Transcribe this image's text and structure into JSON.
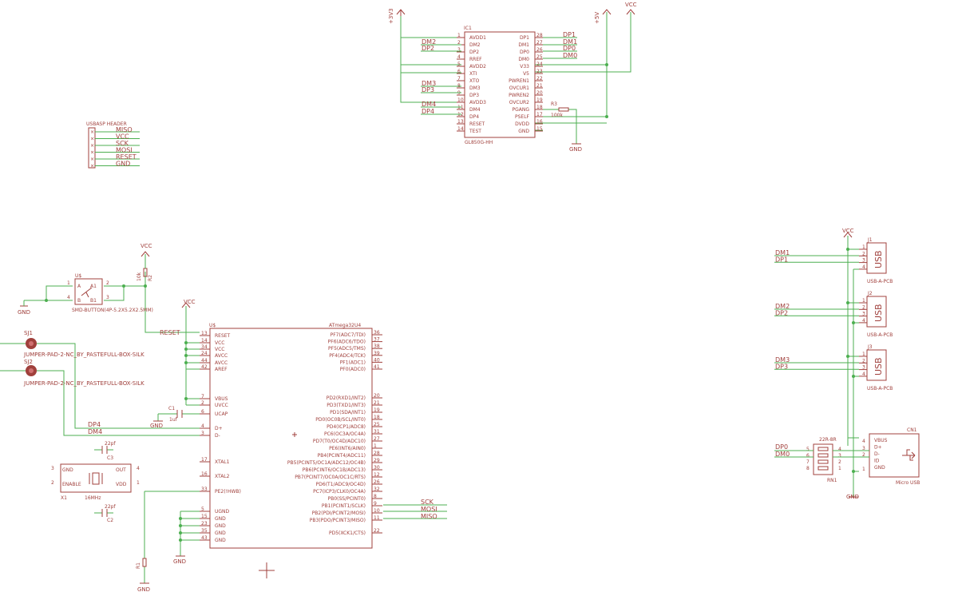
{
  "power": {
    "v3v3": "+3V3",
    "vcc": "VCC",
    "v5v": "+5V",
    "gnd": "GND"
  },
  "ic1": {
    "name": "IC1",
    "value": "GL850G-HH",
    "left": [
      "AVDD1",
      "DM2",
      "DP2",
      "RREF",
      "AVDD2",
      "XTI",
      "XTO",
      "DM3",
      "DP3",
      "AVDD3",
      "DM4",
      "DP4",
      "RESET",
      "TEST"
    ],
    "leftnums": [
      "1",
      "2",
      "3",
      "4",
      "5",
      "6",
      "7",
      "8",
      "9",
      "10",
      "11",
      "12",
      "13",
      "14"
    ],
    "right": [
      "DP1",
      "DM1",
      "DP0",
      "DM0",
      "V33",
      "V5",
      "PWREN1",
      "OVCUR1",
      "PWREN2",
      "OVCUR2",
      "PGANG",
      "PSELF",
      "DVDD",
      "GND"
    ],
    "rightnums": [
      "28",
      "27",
      "26",
      "25",
      "24",
      "23",
      "22",
      "21",
      "20",
      "19",
      "18",
      "17",
      "16",
      "15"
    ],
    "netsLeft": [
      "DM2",
      "DP2",
      "DM3",
      "DP3",
      "DM4",
      "DP4"
    ],
    "netsRight": [
      "DP1",
      "DM1",
      "DP0",
      "DM0"
    ],
    "r3": "R3",
    "r3val": "100k"
  },
  "isp": {
    "name": "USBASP HEADER",
    "nets": [
      "MISO",
      "VCC",
      "SCK",
      "MOSI",
      "RESET",
      "GND"
    ]
  },
  "button": {
    "name": "U$",
    "part": "SMD-BUTTON(4P-5.2X5.2X2.5MM)",
    "pins": [
      "A1",
      "A",
      "B",
      "B1"
    ],
    "nums": [
      "1",
      "2",
      "3",
      "4"
    ],
    "r": "R2",
    "rval": "10k"
  },
  "jumpers": [
    {
      "name": "SJ1",
      "label": "JUMPER-PAD-2-NC_BY_PASTEFULL-BOX-SILK"
    },
    {
      "name": "SJ2",
      "label": "JUMPER-PAD-2-NC_BY_PASTEFULL-BOX-SILK"
    }
  ],
  "mcu": {
    "name": "U$",
    "value": "ATmega32U4",
    "left": [
      "RESET",
      "VCC",
      "VCC",
      "AVCC",
      "AVCC",
      "AREF",
      "VBUS",
      "UVCC",
      "UCAP",
      "D+",
      "D-",
      "XTAL1",
      "XTAL2",
      "PE2(!HWB)",
      "UGND",
      "GND",
      "GND",
      "GND",
      "GND"
    ],
    "leftnums": [
      "13",
      "14",
      "34",
      "24",
      "44",
      "42",
      "7",
      "2",
      "6",
      "4",
      "3",
      "17",
      "16",
      "33",
      "5",
      "15",
      "23",
      "35",
      "43"
    ],
    "right": [
      "PF7(ADC7/TDI)",
      "PF6(ADC6/TDO)",
      "PF5(ADC5/TMS)",
      "PF4(ADC4/TCK)",
      "PF1(ADC1)",
      "PF0(ADC0)",
      "PD2(RXD1/INT2)",
      "PD3(TXD1/INT3)",
      "PD1(SDA/INT1)",
      "PD0(OC0B/SCL/INT0)",
      "PD4(ICP1/ADC8)",
      "PC6(OC3A/OC4A)",
      "PD7(T0/OC4D/ADC10)",
      "PE6(INT6/AIN0)",
      "PB4(PCINT4/ADC11)",
      "PB5(PCINT5/OC1A/ADC12/OC4B)",
      "PB6(PCINT6/OC1B/ADC13)",
      "PB7(PCINT7/OC0A/OC1C/RTS)",
      "PD6(T1/ADC9/OC4D)",
      "PC7(ICP3/CLK0/OC4A)",
      "PB0(SS/PCINT0)",
      "PB1(PCINT1/SCLK)",
      "PB2(PDI/PCINT2/MOSI)",
      "PB3(PDO/PCINT3/MISO)",
      "PD5(XCK1/CTS)"
    ],
    "rightnums": [
      "36",
      "37",
      "38",
      "39",
      "40",
      "41",
      "20",
      "21",
      "19",
      "18",
      "25",
      "31",
      "27",
      "1",
      "28",
      "29",
      "30",
      "12",
      "26",
      "32",
      "8",
      "9",
      "10",
      "11",
      "22"
    ],
    "netsRight": [
      "SCK",
      "MOSI",
      "MISO"
    ],
    "netsLeft": [
      "DP4",
      "DM4",
      "RESET"
    ],
    "c1": "C1",
    "c1val": "1uf",
    "r1": "R1"
  },
  "crystal": {
    "name": "X1",
    "value": "16MHz",
    "pins": [
      "GND",
      "ENABLE",
      "OUT",
      "VDD"
    ],
    "nums": [
      "3",
      "2",
      "4",
      "1"
    ],
    "c2": "C2",
    "c3": "C3",
    "cval": "22pf"
  },
  "usb": [
    {
      "name": "J1",
      "nets": [
        "DM1",
        "DP1"
      ],
      "label": "USB",
      "part": "USB-A-PCB"
    },
    {
      "name": "J2",
      "nets": [
        "DM2",
        "DP2"
      ],
      "label": "USB",
      "part": "USB-A-PCB"
    },
    {
      "name": "J3",
      "nets": [
        "DM3",
        "DP3"
      ],
      "label": "USB",
      "part": "USB-A-PCB"
    }
  ],
  "microusb": {
    "name": "CN1",
    "label": "Micro USB",
    "pins": [
      "VBUS",
      "D+",
      "D-",
      "ID",
      "GND"
    ],
    "nums": [
      "4",
      "3",
      "2",
      "1"
    ],
    "nets": [
      "DP0",
      "DM0"
    ],
    "rn": "RN1",
    "rnval": "22R-8R",
    "rnnums": [
      "5",
      "6",
      "7",
      "8",
      "4",
      "3",
      "2",
      "1"
    ]
  }
}
